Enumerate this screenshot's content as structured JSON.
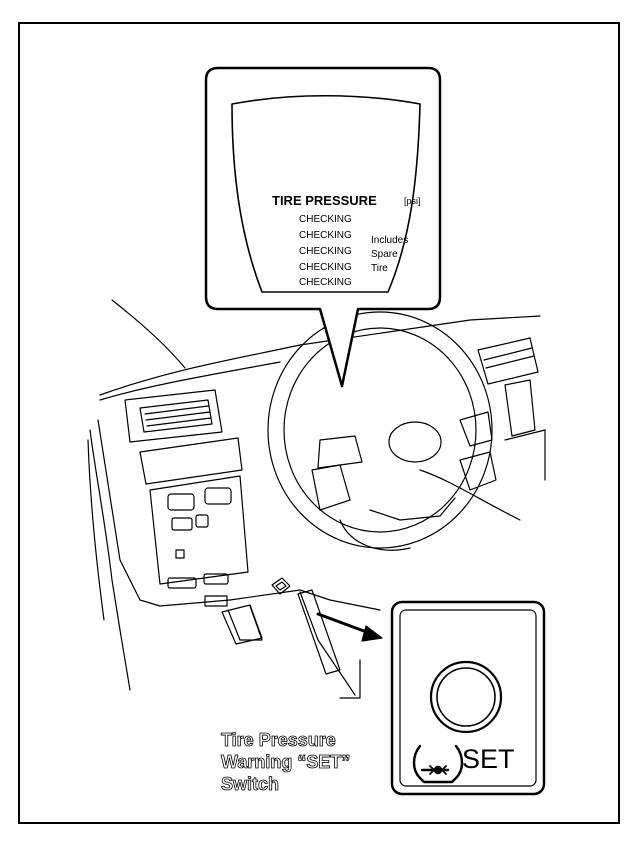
{
  "display": {
    "header": "TIRE PRESSURE",
    "unit": "[psi]",
    "rows": [
      "CHECKING",
      "CHECKING",
      "CHECKING",
      "CHECKING",
      "CHECKING"
    ],
    "note": [
      "Includes",
      "Spare",
      "Tire"
    ]
  },
  "switch": {
    "label": "SET",
    "icon": "tire-pressure-warning-icon"
  },
  "caption": [
    "Tire Pressure",
    "Warning “SET”",
    "Switch"
  ]
}
